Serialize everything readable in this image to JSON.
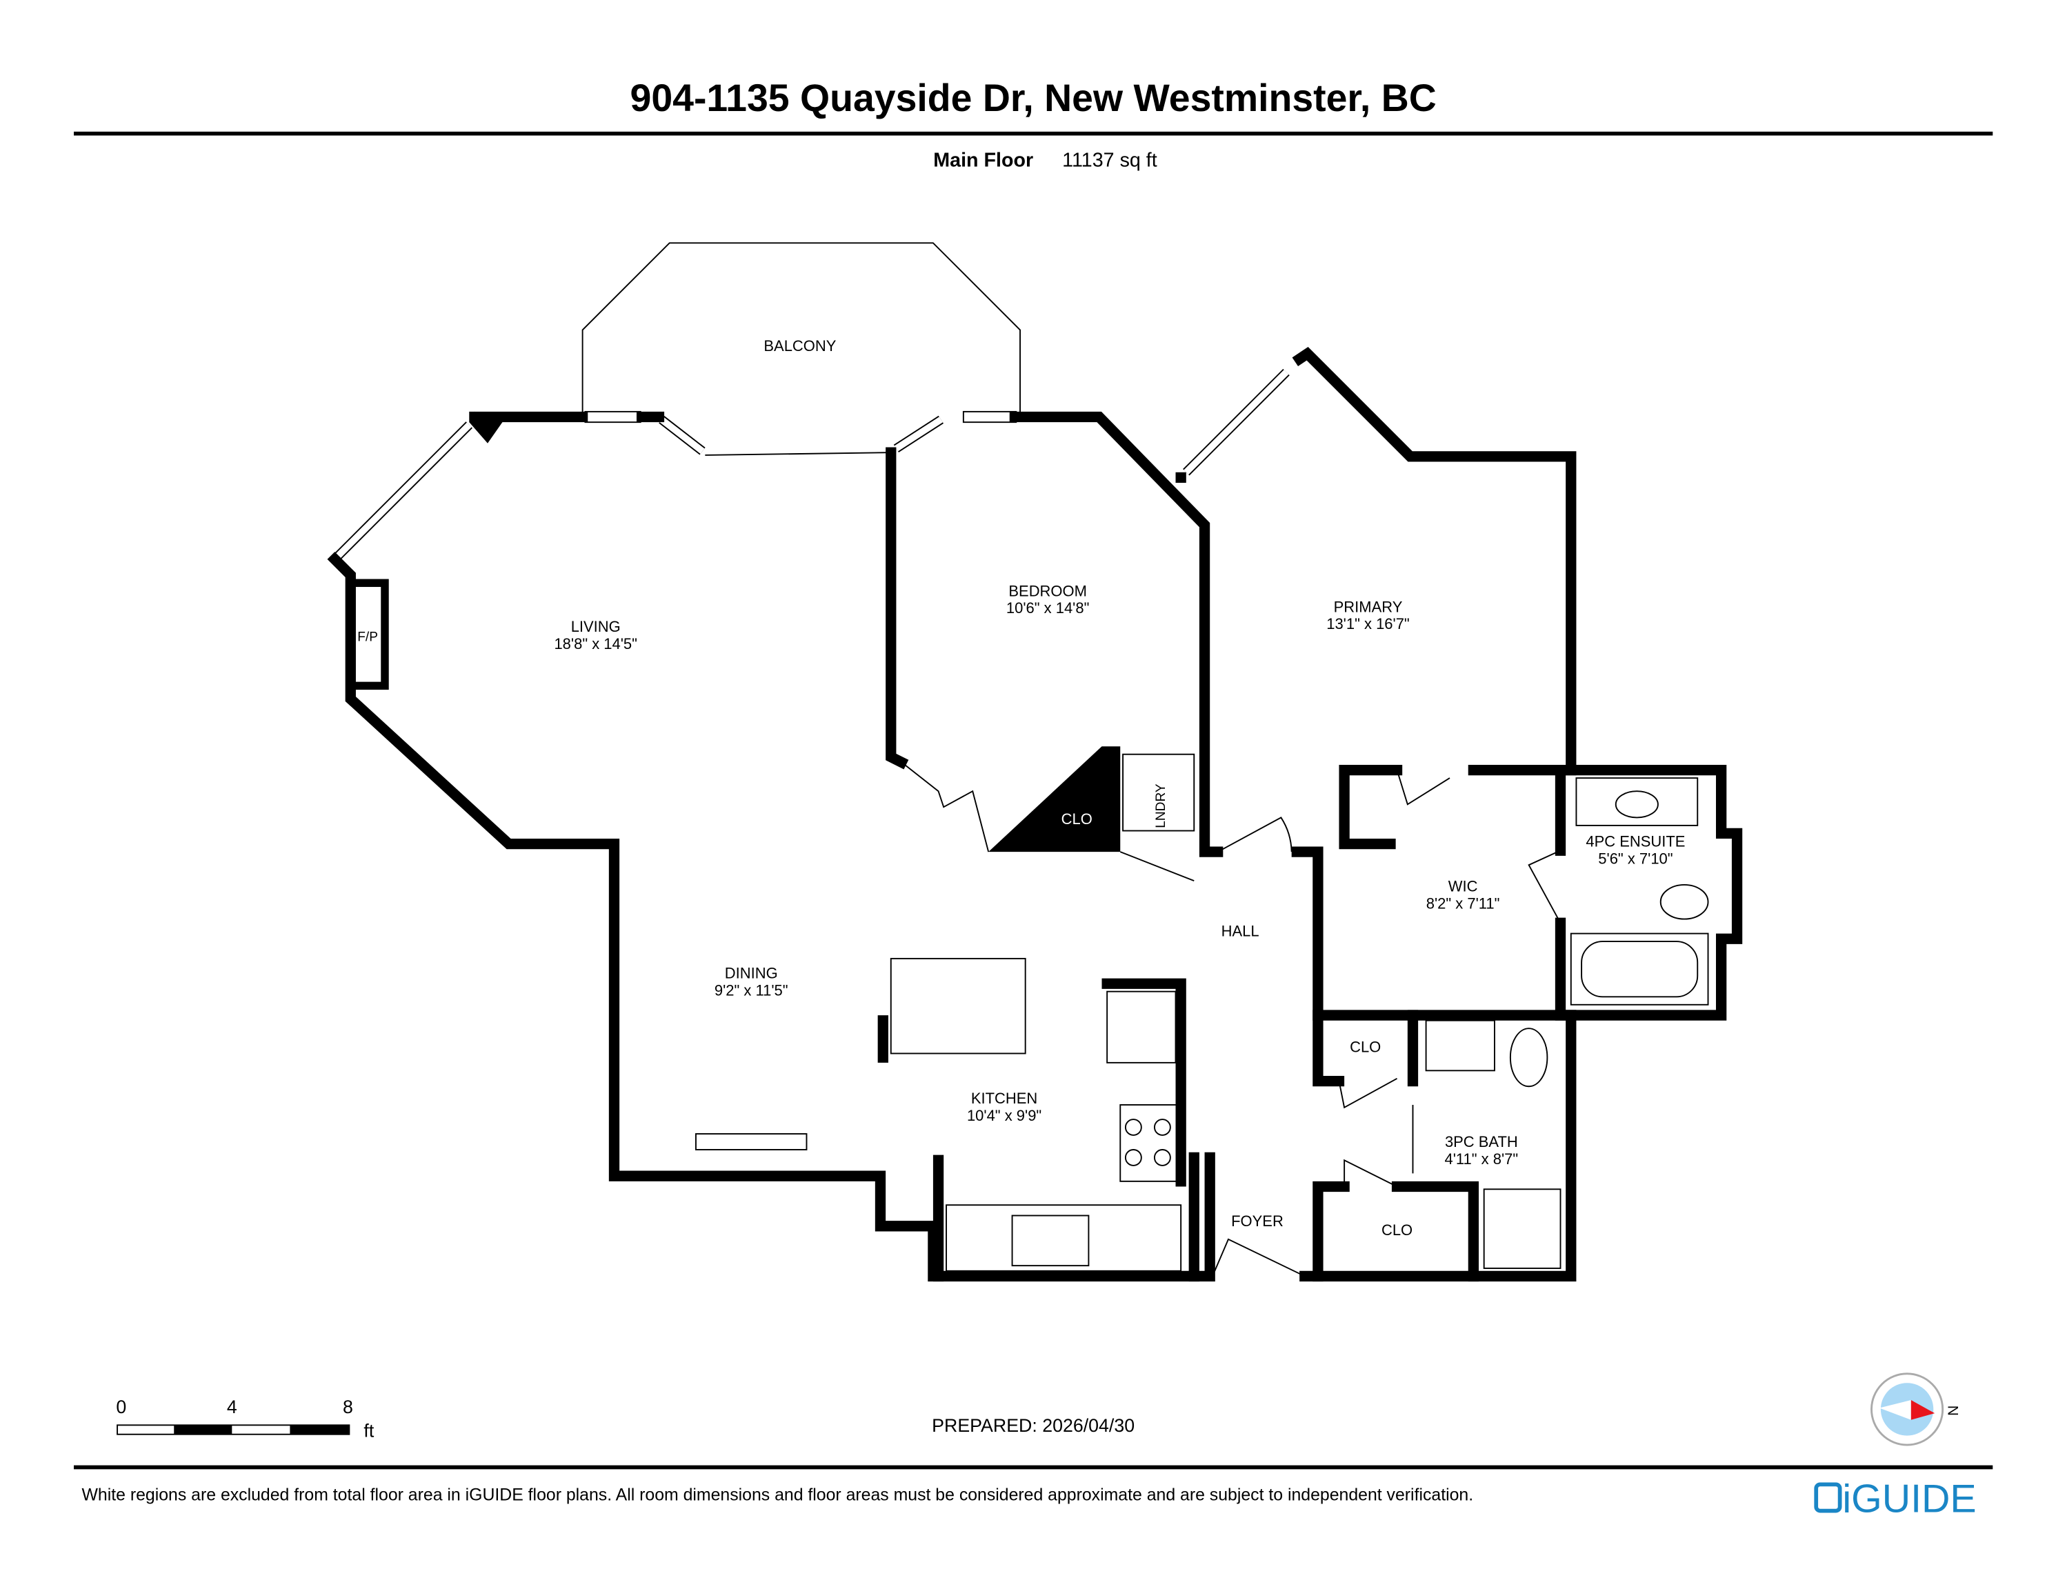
{
  "header": {
    "title": "904-1135 Quayside Dr, New Westminster, BC",
    "floor_label": "Main Floor",
    "floor_area": "11137 sq ft"
  },
  "rooms": [
    {
      "name": "BALCONY",
      "dims": ""
    },
    {
      "name": "LIVING",
      "dims": "18'8\" x 14'5\""
    },
    {
      "name": "BEDROOM",
      "dims": "10'6\" x 14'8\""
    },
    {
      "name": "PRIMARY",
      "dims": "13'1\" x 16'7\""
    },
    {
      "name": "DINING",
      "dims": "9'2\" x 11'5\""
    },
    {
      "name": "KITCHEN",
      "dims": "10'4\" x 9'9\""
    },
    {
      "name": "WIC",
      "dims": "8'2\" x 7'11\""
    },
    {
      "name": "4PC ENSUITE",
      "dims": "5'6\" x 7'10\""
    },
    {
      "name": "3PC BATH",
      "dims": "4'11\" x 8'7\""
    }
  ],
  "labels": {
    "hall": "HALL",
    "foyer": "FOYER",
    "clo1": "CLO",
    "clo2": "CLO",
    "clo3": "CLO",
    "laundry": "LNDRY",
    "fireplace": "F/P"
  },
  "scale": {
    "ticks": [
      "0",
      "4",
      "8"
    ],
    "unit": "ft"
  },
  "prepared": "PREPARED: 2026/04/30",
  "compass": {
    "label": "N"
  },
  "footer": {
    "disclaimer": "White regions are excluded from total floor area in iGUIDE floor plans. All room dimensions and floor areas must be considered approximate and are subject to independent verification.",
    "logo": "iGUIDE"
  },
  "colors": {
    "brand": "#1a86c6",
    "compass_red": "#e8141b",
    "compass_blue": "#a9d8f5"
  }
}
